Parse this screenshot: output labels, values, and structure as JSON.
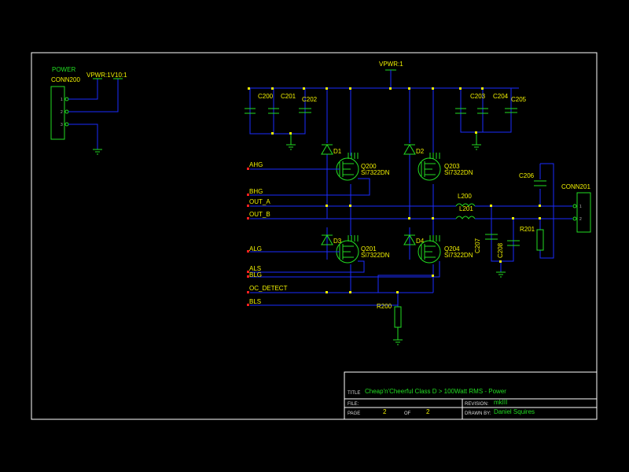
{
  "colors": {
    "background": "#000000",
    "border": "#ffffff",
    "wire": "#1a2cff",
    "component": "#22dd22",
    "label": "#f2f200",
    "port": "#ff2020"
  },
  "power_block": {
    "title": "POWER",
    "connector": "CONN200",
    "net": "VPWR:1V10:1",
    "pins": [
      "1",
      "2",
      "3"
    ]
  },
  "top_net": "VPWR:1",
  "capacitors": [
    "C200",
    "C201",
    "C202",
    "C203",
    "C204",
    "C205",
    "C206",
    "C207",
    "C208"
  ],
  "diodes": [
    "D1",
    "D2",
    "D3",
    "D4"
  ],
  "mosfets": [
    {
      "ref": "Q200",
      "part": "Si7322DN"
    },
    {
      "ref": "Q203",
      "part": "Si7322DN"
    },
    {
      "ref": "Q201",
      "part": "Si7322DN"
    },
    {
      "ref": "Q204",
      "part": "Si7322DN"
    }
  ],
  "inductors": [
    "L200",
    "L201"
  ],
  "resistors": [
    "R200",
    "R201"
  ],
  "output_connector": {
    "ref": "CONN201",
    "pins": [
      "1",
      "2"
    ]
  },
  "ports": [
    "AHG",
    "BHG",
    "OUT_A",
    "OUT_B",
    "ALG",
    "ALS",
    "BLG",
    "OC_DETECT",
    "BLS"
  ],
  "title_block": {
    "title_label": "TITLE",
    "title": "Cheap'n'Cheerful Class D > 100Watt RMS - Power",
    "file_label": "FILE:",
    "file": "",
    "revision_label": "REVISION:",
    "revision": "mkIII",
    "page_label": "PAGE",
    "page": "2",
    "of_label": "OF",
    "of": "2",
    "drawn_label": "DRAWN BY:",
    "drawn_by": "Daniel Squires"
  }
}
